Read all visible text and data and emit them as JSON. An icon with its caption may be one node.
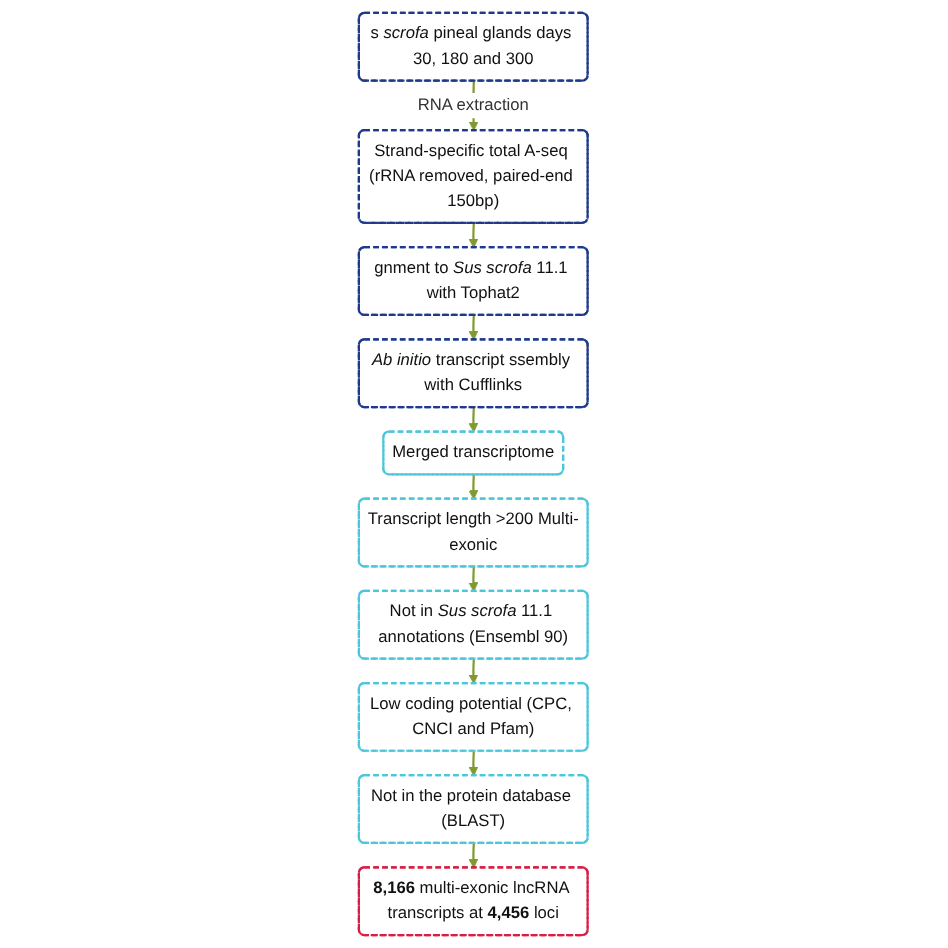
{
  "diagram": {
    "nodes": [
      {
        "text": [
          "s *scrofa* pineal glands days 30, 180 and 300"
        ]
      },
      {
        "text": [
          "Strand-specific total A-seq (rRNA removed, paired-end 150bp)"
        ]
      },
      {
        "text": [
          "gnment to *Sus scrofa* 11.1 with Tophat2"
        ]
      },
      {
        "text": [
          "*Ab initio* transcript ssembly with Cufflinks"
        ]
      },
      {
        "text": [
          "Merged transcriptome"
        ]
      },
      {
        "text": [
          "Transcript length >200 Multi-exonic"
        ]
      },
      {
        "text": [
          "Not in *Sus scrofa* 11.1 annotations (Ensembl 90)"
        ]
      },
      {
        "text": [
          "Low coding potential (CPC, CNCI and Pfam)"
        ]
      },
      {
        "text": [
          "Not in the protein database (BLAST)"
        ]
      },
      {
        "text": [
          "**8,166** multi-exonic lncRNA transcripts at **4,456** loci"
        ]
      }
    ],
    "edges": [
      {
        "from": 0,
        "to": 1,
        "arrow": "to",
        "label": "RNA extraction"
      },
      {
        "from": 1,
        "to": 2,
        "arrow": "to"
      },
      {
        "from": 2,
        "to": 3,
        "arrow": "to"
      },
      {
        "from": 3,
        "to": 4,
        "arrow": "to"
      },
      {
        "from": 4,
        "to": 5,
        "arrow": "to"
      },
      {
        "from": 5,
        "to": 6,
        "arrow": "to"
      },
      {
        "from": 6,
        "to": 7,
        "arrow": "to"
      },
      {
        "from": 7,
        "to": 8,
        "arrow": "to"
      },
      {
        "from": 8,
        "to": 9,
        "arrow": "to"
      }
    ]
  }
}
